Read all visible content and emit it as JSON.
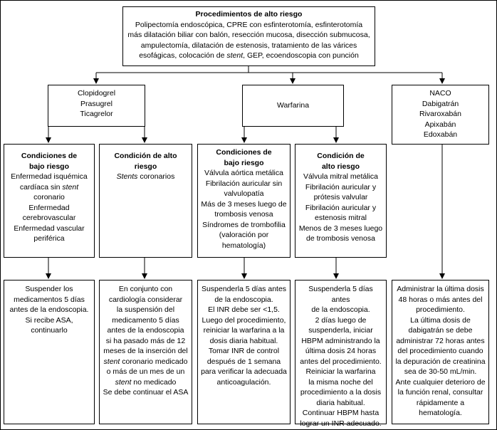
{
  "top": {
    "title": "Procedimientos de alto riesgo",
    "lines": [
      "Polipectomía endoscópica, CPRE con esfinterotomía, esfinterotomía",
      "más dilatación biliar con balón, resección mucosa, disección submucosa,",
      "ampulectomía, dilatación de estenosis, tratamiento de las várices",
      [
        "esofágicas, colocación de ",
        "stent",
        ", GEP, ecoendoscopia con punción"
      ]
    ]
  },
  "level1": {
    "antiplatelet": [
      "Clopidogrel",
      "Prasugrel",
      "Ticagrelor"
    ],
    "warfarin": "Warfarina",
    "naco": [
      "NACO",
      "Dabigatrán",
      "Rivaroxabán",
      "Apixabán",
      "Edoxabán"
    ]
  },
  "level2": {
    "ap_low": {
      "title": [
        "Condiciones de",
        "bajo riesgo"
      ],
      "lines": [
        [
          "Enfermedad isquémica"
        ],
        [
          "cardíaca sin ",
          "stent"
        ],
        [
          "coronario"
        ],
        [
          "Enfermedad"
        ],
        [
          "cerebrovascular"
        ],
        [
          "Enfermedad vascular"
        ],
        [
          "periférica"
        ]
      ]
    },
    "ap_high": {
      "title": [
        "Condición de alto",
        "riesgo"
      ],
      "lines": [
        [
          "",
          "Stents",
          " coronarios"
        ]
      ]
    },
    "w_low": {
      "title": [
        "Condiciones de",
        "bajo riesgo"
      ],
      "lines": [
        [
          "Válvula aórtica metálica"
        ],
        [
          "Fibrilación auricular sin"
        ],
        [
          "valvulopatía"
        ],
        [
          "Más de 3 meses luego de"
        ],
        [
          "trombosis venosa"
        ],
        [
          "Síndromes de trombofilia"
        ],
        [
          "(valoración por"
        ],
        [
          "hematología)"
        ]
      ]
    },
    "w_high": {
      "title": [
        "Condición de",
        "alto riesgo"
      ],
      "lines": [
        [
          "Válvula mitral metálica"
        ],
        [
          "Fibrilación auricular y"
        ],
        [
          "prótesis valvular"
        ],
        [
          "Fibrilación auricular y"
        ],
        [
          "estenosis mitral"
        ],
        [
          "Menos de 3 meses luego"
        ],
        [
          "de trombosis venosa"
        ]
      ]
    }
  },
  "level3": {
    "ap_low": [
      [
        "Suspender los"
      ],
      [
        "medicamentos 5 días"
      ],
      [
        "antes de la endoscopia."
      ],
      [
        "Si recibe ASA,"
      ],
      [
        "continuarlo"
      ]
    ],
    "ap_high": [
      [
        "En conjunto con"
      ],
      [
        "cardiología considerar"
      ],
      [
        "la suspensión del"
      ],
      [
        "medicamento 5 días"
      ],
      [
        "antes de la endoscopia"
      ],
      [
        "si ha pasado más de 12"
      ],
      [
        "meses de la inserción del"
      ],
      [
        "",
        "stent",
        " coronario medicado"
      ],
      [
        "o más de un mes de un"
      ],
      [
        "",
        "stent",
        " no medicado"
      ],
      [
        "Se debe continuar el ASA"
      ]
    ],
    "w_low": [
      [
        "Suspenderla 5 días antes"
      ],
      [
        "de la endoscopia."
      ],
      [
        "El INR debe ser <1,5."
      ],
      [
        "Luego del procedimiento,"
      ],
      [
        "reiniciar la warfarina a la"
      ],
      [
        "dosis diaria habitual."
      ],
      [
        "Tomar INR de control"
      ],
      [
        "después de 1 semana"
      ],
      [
        "para verificar la adecuada"
      ],
      [
        "anticoagulación."
      ]
    ],
    "w_high": [
      [
        "Suspenderla 5 días antes"
      ],
      [
        "de la endoscopia."
      ],
      [
        "2 días luego de"
      ],
      [
        "suspenderla, iniciar"
      ],
      [
        "HBPM administrando la"
      ],
      [
        "última dosis 24 horas"
      ],
      [
        "antes del procedimiento."
      ],
      [
        "Reiniciar la warfarina"
      ],
      [
        "la misma noche del"
      ],
      [
        "procedimiento a la dosis"
      ],
      [
        "diaria habitual."
      ],
      [
        "Continuar HBPM hasta"
      ],
      [
        "lograr un INR adecuado."
      ]
    ],
    "naco": [
      [
        "Administrar la última dosis"
      ],
      [
        "48 horas o más antes del"
      ],
      [
        "procedimiento."
      ],
      [
        "La última dosis de"
      ],
      [
        "dabigatrán se debe"
      ],
      [
        "administrar 72 horas antes"
      ],
      [
        "del procedimiento cuando"
      ],
      [
        "la depuración de creatinina"
      ],
      [
        "sea de 30-50 mL/min."
      ],
      [
        "Ante cualquier deterioro de"
      ],
      [
        "la función renal, consultar"
      ],
      [
        "rápidamente a hematología."
      ]
    ]
  }
}
